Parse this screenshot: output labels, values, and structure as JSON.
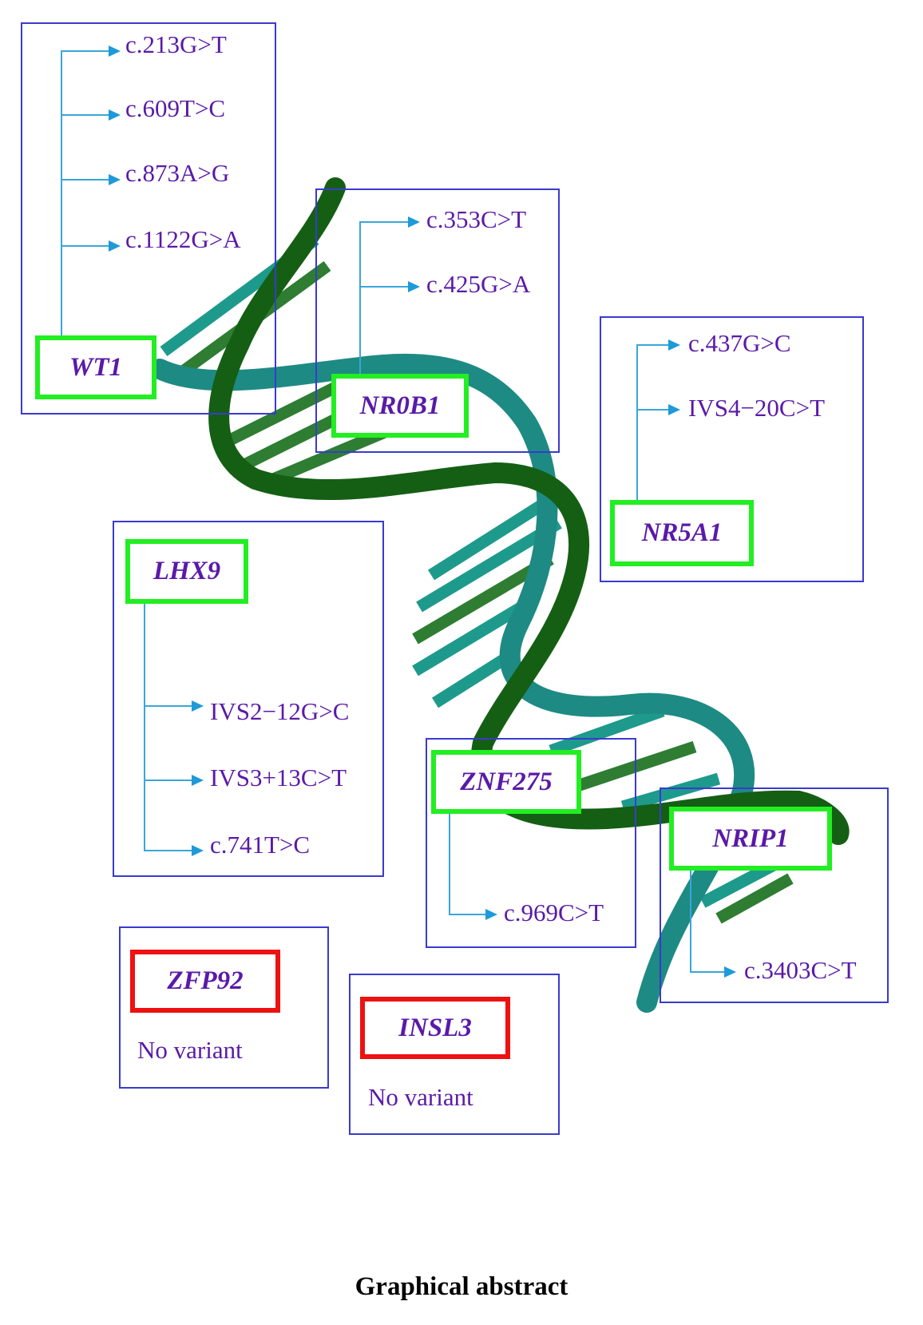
{
  "genes": {
    "wt1": {
      "name": "WT1",
      "variants": [
        "c.213G>T",
        "c.609T>C",
        "c.873A>G",
        "c.1122G>A"
      ]
    },
    "nr0b1": {
      "name": "NR0B1",
      "variants": [
        "c.353C>T",
        "c.425G>A"
      ]
    },
    "nr5a1": {
      "name": "NR5A1",
      "variants": [
        "c.437G>C",
        "IVS4−20C>T"
      ]
    },
    "lhx9": {
      "name": "LHX9",
      "variants": [
        "IVS2−12G>C",
        "IVS3+13C>T",
        "c.741T>C"
      ]
    },
    "znf275": {
      "name": "ZNF275",
      "variants": [
        "c.969C>T"
      ]
    },
    "nrip1": {
      "name": "NRIP1",
      "variants": [
        "c.3403C>T"
      ]
    },
    "zfp92": {
      "name": "ZFP92",
      "status": "No variant"
    },
    "insl3": {
      "name": "INSL3",
      "status": "No variant"
    }
  },
  "caption": "Graphical abstract",
  "colors": {
    "gene_with_variant_border": "#22ee22",
    "gene_no_variant_border": "#ee1111",
    "panel_border": "#3a3acf",
    "text": "#5a1aa8",
    "connector": "#3aa6d8",
    "dna_strand_dark": "#156b15",
    "dna_strand_teal": "#1e8a84"
  }
}
